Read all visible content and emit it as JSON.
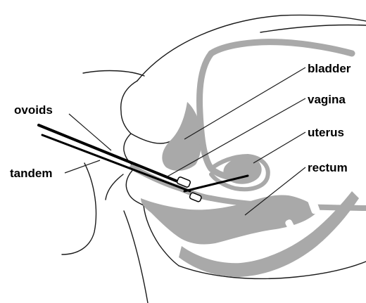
{
  "labels": {
    "bladder": "bladder",
    "vagina": "vagina",
    "uterus": "uterus",
    "rectum": "rectum",
    "ovoids": "ovoids",
    "tandem": "tandem"
  },
  "colors": {
    "organ_fill": "#a9a9a9",
    "outline": "#1a1a1a",
    "applicator": "#000000",
    "background": "#ffffff"
  }
}
